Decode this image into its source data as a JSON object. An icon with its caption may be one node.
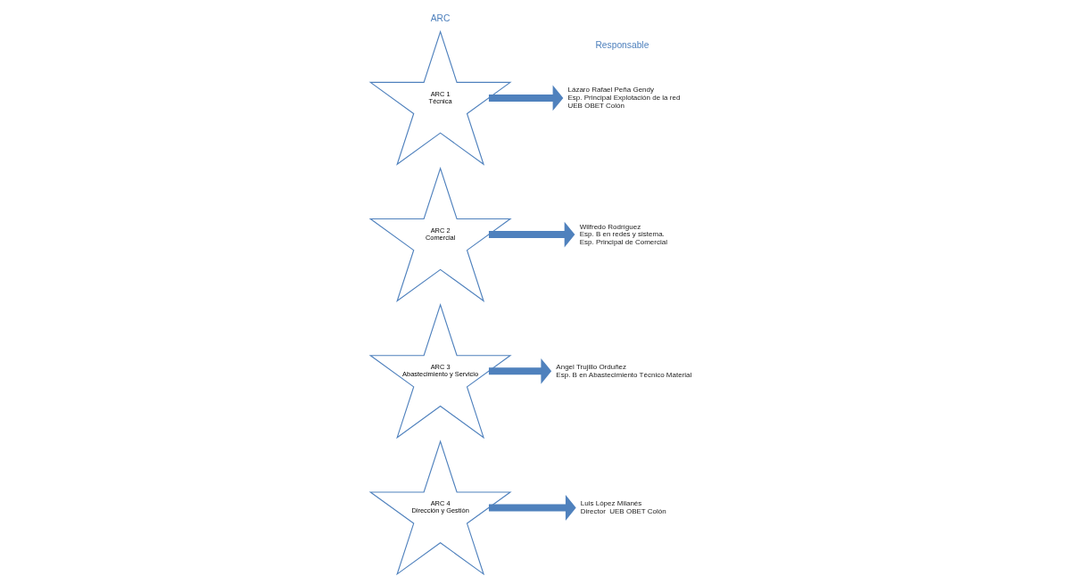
{
  "diagram": {
    "nodes": [
      {
        "text": [
          "ARC 1",
          "Técnica"
        ]
      },
      {
        "text": [
          "Lázaro Rafael Peña Gendy",
          "Esp. Principal Explotación de la red",
          "UEB OBET Colón"
        ]
      },
      {
        "text": [
          "ARC 2",
          "Comercial"
        ]
      },
      {
        "text": [
          "Wilfredo Rodríguez",
          "Esp. B en redes y sistema.",
          "Esp. Principal de Comercial"
        ]
      },
      {
        "text": [
          "ARC 3",
          "Abastecimiento y Servicio"
        ]
      },
      {
        "text": [
          "Angel Trujillo Orduñez",
          "Esp. B en Abastecimiento Técnico Material"
        ]
      },
      {
        "text": [
          "ARC 4",
          "Dirección y Gestión"
        ]
      },
      {
        "text": [
          "Luis López Milanés",
          "Director  UEB OBET Colón"
        ]
      }
    ],
    "edges": [
      {
        "from": 0,
        "to": 1,
        "arrow": "to"
      },
      {
        "from": 2,
        "to": 3,
        "arrow": "to"
      },
      {
        "from": 4,
        "to": 5,
        "arrow": "to"
      },
      {
        "from": 6,
        "to": 7,
        "arrow": "to"
      }
    ],
    "labels": [
      "ARC",
      "Responsable"
    ]
  }
}
